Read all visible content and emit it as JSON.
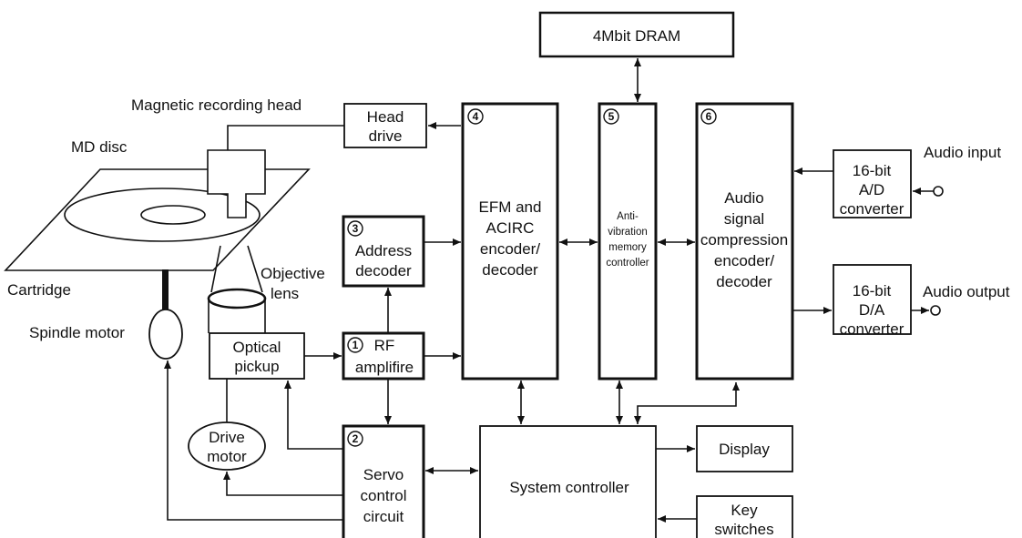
{
  "blocks": {
    "dram": [
      "4Mbit DRAM"
    ],
    "head_drive": [
      "Head",
      "drive"
    ],
    "address_decoder": [
      "Address",
      "decoder"
    ],
    "rf_amp": [
      "RF",
      "amplifire"
    ],
    "servo": [
      "Servo",
      "control",
      "circuit"
    ],
    "efm": [
      "EFM and",
      "ACIRC",
      "encoder/",
      "decoder"
    ],
    "antivib": [
      "Anti-",
      "vibration",
      "memory",
      "controller"
    ],
    "audio_comp": [
      "Audio",
      "signal",
      "compression",
      "encoder/",
      "decoder"
    ],
    "ad_conv": [
      "16-bit",
      "A/D",
      "converter"
    ],
    "da_conv": [
      "16-bit",
      "D/A",
      "converter"
    ],
    "sys_ctrl": [
      "System controller"
    ],
    "display": [
      "Display"
    ],
    "key_switches": [
      "Key",
      "switches"
    ],
    "optical_pickup": [
      "Optical",
      "pickup"
    ],
    "drive_motor": [
      "Drive",
      "motor"
    ]
  },
  "numbers": {
    "address_decoder": "3",
    "rf_amp": "1",
    "servo": "2",
    "efm": "4",
    "antivib": "5",
    "audio_comp": "6"
  },
  "labels": {
    "magnetic_head": "Magnetic recording head",
    "md_disc": "MD disc",
    "cartridge": "Cartridge",
    "spindle_motor": "Spindle motor",
    "objective_lens": [
      "Objective",
      "lens"
    ],
    "audio_input": "Audio input",
    "audio_output": "Audio output"
  }
}
